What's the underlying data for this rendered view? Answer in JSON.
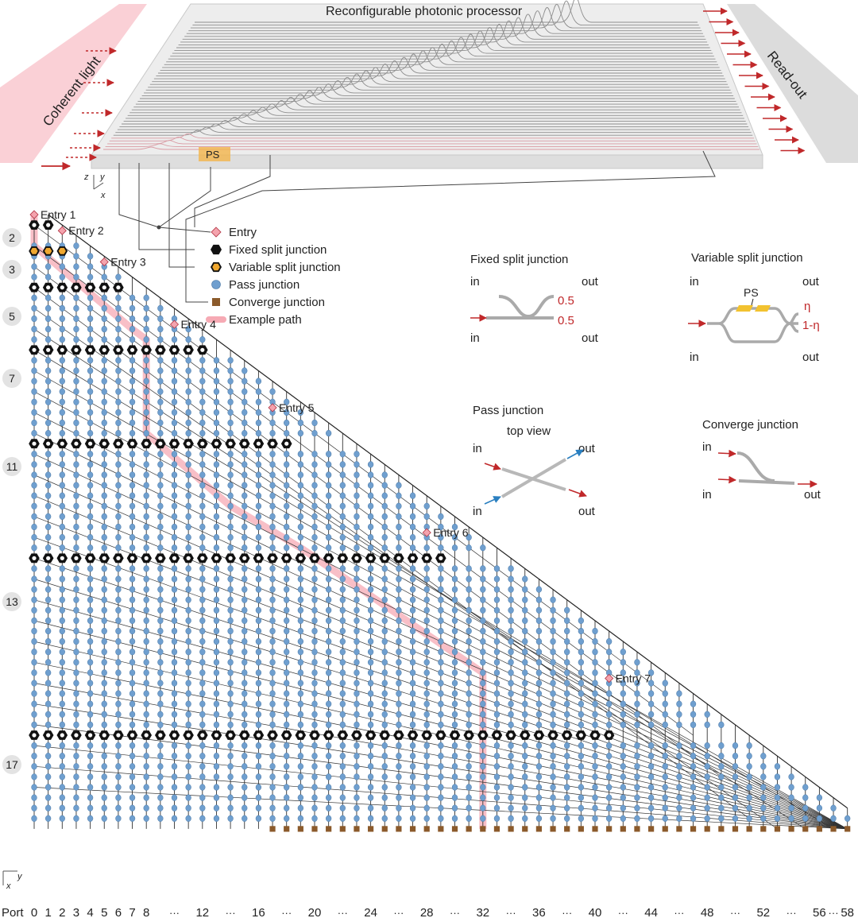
{
  "header": {
    "processor_title": "Reconfigurable photonic processor",
    "input_label": "Coherent light",
    "output_label": "Read-out",
    "ps_label": "PS"
  },
  "axes": {
    "top_z": "z",
    "top_y": "y",
    "top_x": "x",
    "bottom_y": "y",
    "bottom_x": "x"
  },
  "legend": {
    "items": [
      {
        "label": "Entry",
        "symbol": "entry-diamond",
        "color": "#f4a3ad"
      },
      {
        "label": "Fixed split junction",
        "symbol": "black-hexagon",
        "color": "#111111"
      },
      {
        "label": "Variable split junction",
        "symbol": "orange-hexagon",
        "color": "#f0a830"
      },
      {
        "label": "Pass junction",
        "symbol": "blue-dot",
        "color": "#6f9fcf"
      },
      {
        "label": "Converge junction",
        "symbol": "brown-square",
        "color": "#8b5a2b"
      },
      {
        "label": "Example path",
        "symbol": "pink-band",
        "color": "#f6aab4"
      }
    ]
  },
  "entries": [
    {
      "label": "Entry 1",
      "row": 0
    },
    {
      "label": "Entry 2",
      "row": 2
    },
    {
      "label": "Entry 3",
      "row": 5
    },
    {
      "label": "Entry 4",
      "row": 10
    },
    {
      "label": "Entry 5",
      "row": 17
    },
    {
      "label": "Entry 6",
      "row": 28
    },
    {
      "label": "Entry 7",
      "row": 41
    }
  ],
  "stages": [
    "2",
    "3",
    "5",
    "7",
    "11",
    "13",
    "17"
  ],
  "ports": {
    "prefix": "Port",
    "labels": [
      "0",
      "1",
      "2",
      "3",
      "4",
      "5",
      "6",
      "7",
      "8",
      "12",
      "16",
      "20",
      "24",
      "28",
      "32",
      "36",
      "40",
      "44",
      "48",
      "52",
      "56",
      "58"
    ],
    "ellipsis": "···"
  },
  "insets": {
    "fixed": {
      "title": "Fixed split junction",
      "in_top": "in",
      "out_top": "out",
      "in_bottom": "in",
      "out_bottom": "out",
      "ratio_top": "0.5",
      "ratio_bottom": "0.5"
    },
    "variable": {
      "title": "Variable split junction",
      "in_top": "in",
      "out_top": "out",
      "in_bottom": "in",
      "out_bottom": "out",
      "ps": "PS",
      "ratio_top": "η",
      "ratio_bottom": "1-η"
    },
    "pass": {
      "title": "Pass junction",
      "subtitle": "top view",
      "in_top": "in",
      "out_top": "out",
      "in_bottom": "in",
      "out_bottom": "out"
    },
    "converge": {
      "title": "Converge junction",
      "in_top": "in",
      "in_bottom": "in",
      "out": "out"
    }
  },
  "colors": {
    "pass": "#6f9fcf",
    "fixed": "#111111",
    "variable": "#f0a830",
    "converge": "#8b5a2b",
    "entry": "#f4a3ad",
    "path": "#f6aab4",
    "arrow_red": "#c0282a",
    "arrow_blue": "#2a7fc0",
    "ps": "#f2c230"
  }
}
